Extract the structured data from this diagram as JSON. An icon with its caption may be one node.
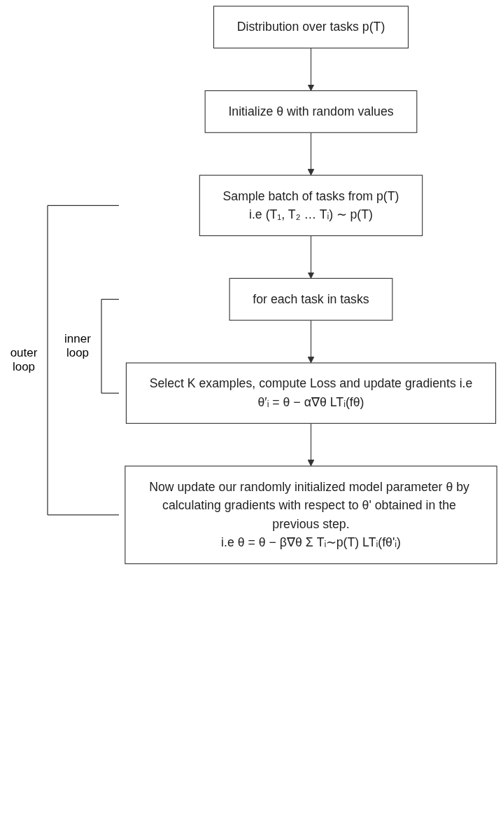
{
  "diagram": {
    "nodes": [
      {
        "text": [
          "Distribution over tasks p(T)"
        ]
      },
      {
        "text": [
          "Initialize θ with random values"
        ]
      },
      {
        "text": [
          "Sample batch of tasks from p(T)",
          "i.e (T₁, T₂ … Tᵢ) ∼ p(T)"
        ]
      },
      {
        "text": [
          "for each task in tasks"
        ]
      },
      {
        "text": [
          "Select K examples, compute Loss and update gradients i.e",
          "θ′ᵢ = θ − α∇θ LTᵢ(fθ)"
        ]
      },
      {
        "text": [
          "Now update our randomly initialized model parameter θ by calculating gradients with respect to θ' obtained in the previous step.",
          "i.e θ = θ − β∇θ Σ Tᵢ∼p(T) LTᵢ(fθ'ᵢ)"
        ]
      }
    ],
    "edges": [
      {
        "from": 0,
        "to": 1,
        "arrow": "to"
      },
      {
        "from": 1,
        "to": 2,
        "arrow": "to"
      },
      {
        "from": 2,
        "to": 3,
        "arrow": "to"
      },
      {
        "from": 3,
        "to": 4,
        "arrow": "to"
      },
      {
        "from": 4,
        "to": 5,
        "arrow": "to"
      }
    ],
    "labels": [
      "outer loop",
      "inner loop"
    ]
  }
}
